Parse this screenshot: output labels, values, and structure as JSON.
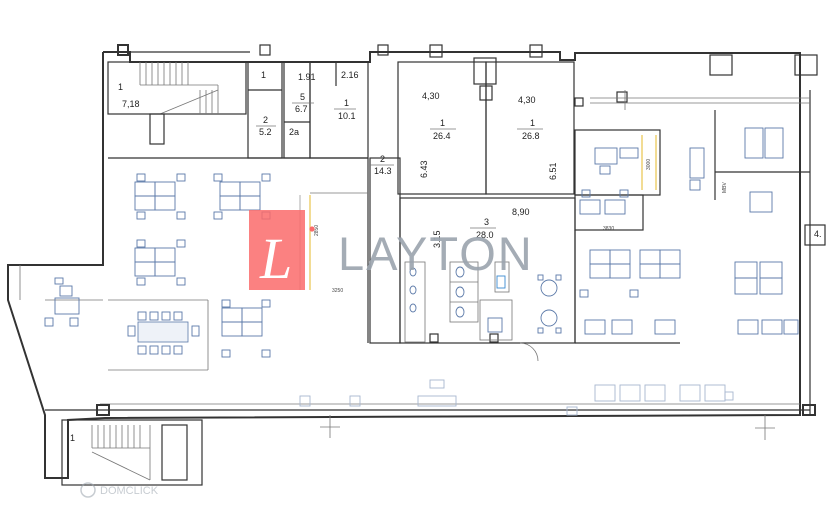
{
  "logo": {
    "text": "LAYTON",
    "mark": "L",
    "brand_color": "#fa6b6b"
  },
  "rooms": [
    {
      "id": "r-top-left",
      "number": "1",
      "height": "7,18"
    },
    {
      "id": "r-stair-1",
      "number": "1"
    },
    {
      "id": "r-191",
      "height": "1.91"
    },
    {
      "id": "r-216",
      "height": "2.16"
    },
    {
      "id": "r-5",
      "number": "5",
      "area": "6.7"
    },
    {
      "id": "r-1-101",
      "number": "1",
      "area": "10.1"
    },
    {
      "id": "r-2-52",
      "number": "2",
      "area": "5.2"
    },
    {
      "id": "r-2a",
      "number": "2a"
    },
    {
      "id": "r-2-143",
      "number": "2",
      "area": "14.3"
    },
    {
      "id": "r-1-264",
      "number": "1",
      "area": "26.4",
      "height": "4,30",
      "side": "6.43"
    },
    {
      "id": "r-1-268",
      "number": "1",
      "area": "26.8",
      "height": "4,30",
      "side": "6.51"
    },
    {
      "id": "r-3-280",
      "number": "3",
      "area": "28.0",
      "height": "8,90",
      "side": "3.15"
    },
    {
      "id": "r-bottom-stair",
      "number": "1"
    },
    {
      "id": "r-right-edge",
      "height": "4."
    }
  ],
  "dimensions": [
    "2850",
    "3250",
    "3830",
    "3000",
    "MBV"
  ],
  "watermark": "DOMCLICK"
}
